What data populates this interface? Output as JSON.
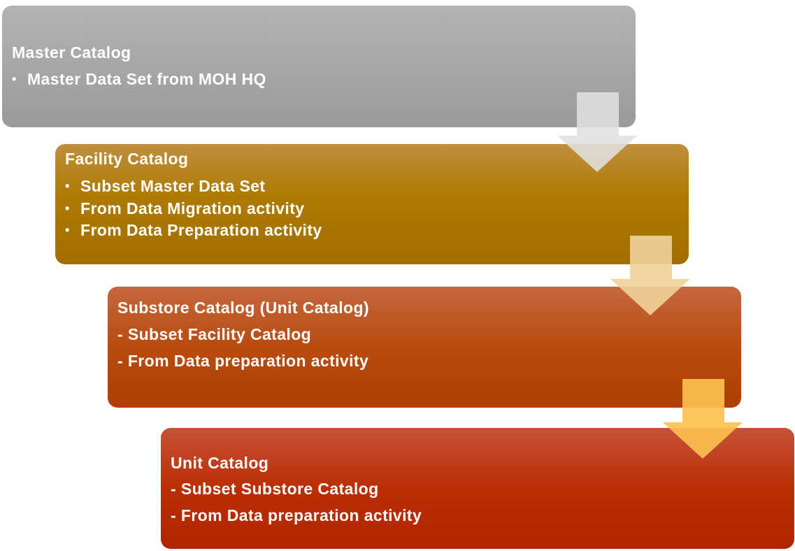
{
  "diagram": {
    "title": "Catalog hierarchy",
    "boxes": [
      {
        "title": "Master Catalog",
        "items": [
          "Master Data Set from MOH HQ"
        ],
        "list_style": "bullet"
      },
      {
        "title": "Facility Catalog",
        "items": [
          "Subset Master Data Set",
          "From Data Migration activity",
          "From Data Preparation activity"
        ],
        "list_style": "bullet"
      },
      {
        "title": "Substore Catalog (Unit Catalog)",
        "items": [
          "- Subset Facility Catalog",
          "- From Data preparation activity"
        ],
        "list_style": "dash"
      },
      {
        "title": "Unit Catalog",
        "items": [
          "- Subset Substore Catalog",
          "- From Data preparation activity"
        ],
        "list_style": "dash"
      }
    ],
    "colors": {
      "box1": "#a6a6a6",
      "box2": "#ad7a00",
      "box3": "#b94b0e",
      "box4": "#bb2e04",
      "arrow1": "#e0e0e0",
      "arrow2": "#efd29a",
      "arrow3": "#fcc050"
    }
  }
}
